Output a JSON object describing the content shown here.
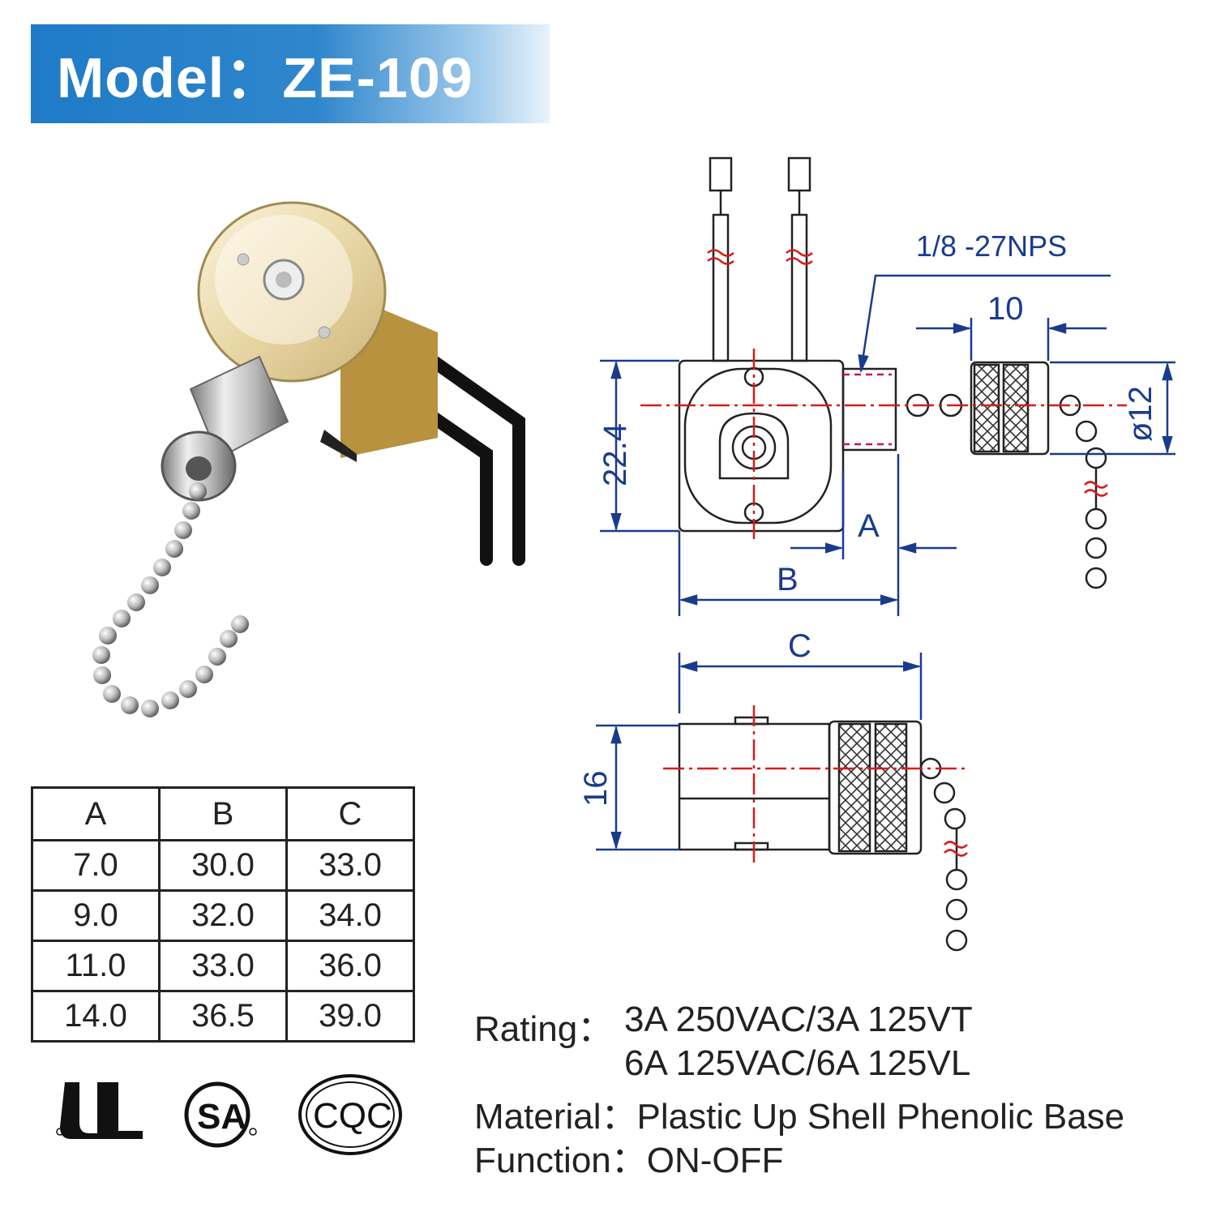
{
  "banner": {
    "label": "Model：ZE-109"
  },
  "drawing": {
    "thread_spec": "1/8 -27NPS",
    "dim_10": "10",
    "dim_12": "ø12",
    "dim_22_4": "22.4",
    "dim_16": "16",
    "label_a": "A",
    "label_b": "B",
    "label_c": "C"
  },
  "table": {
    "headers": [
      "A",
      "B",
      "C"
    ],
    "rows": [
      [
        "7.0",
        "30.0",
        "33.0"
      ],
      [
        "9.0",
        "32.0",
        "34.0"
      ],
      [
        "11.0",
        "33.0",
        "36.0"
      ],
      [
        "14.0",
        "36.5",
        "39.0"
      ]
    ]
  },
  "specs": {
    "rating_key": "Rating：",
    "rating_line1": "3A 250VAC/3A 125VT",
    "rating_line2": "6A 125VAC/6A 125VL",
    "material_key": "Material：",
    "material_val": "Plastic Up Shell  Phenolic Base",
    "function_key": "Function：",
    "function_val": "ON-OFF"
  },
  "certs": {
    "csa": "SA",
    "cqc": "CQC"
  },
  "colors": {
    "banner_blue": "#1f7bc7",
    "drawing_blue": "#1a3b8c",
    "centerline_red": "#d81b1b"
  }
}
